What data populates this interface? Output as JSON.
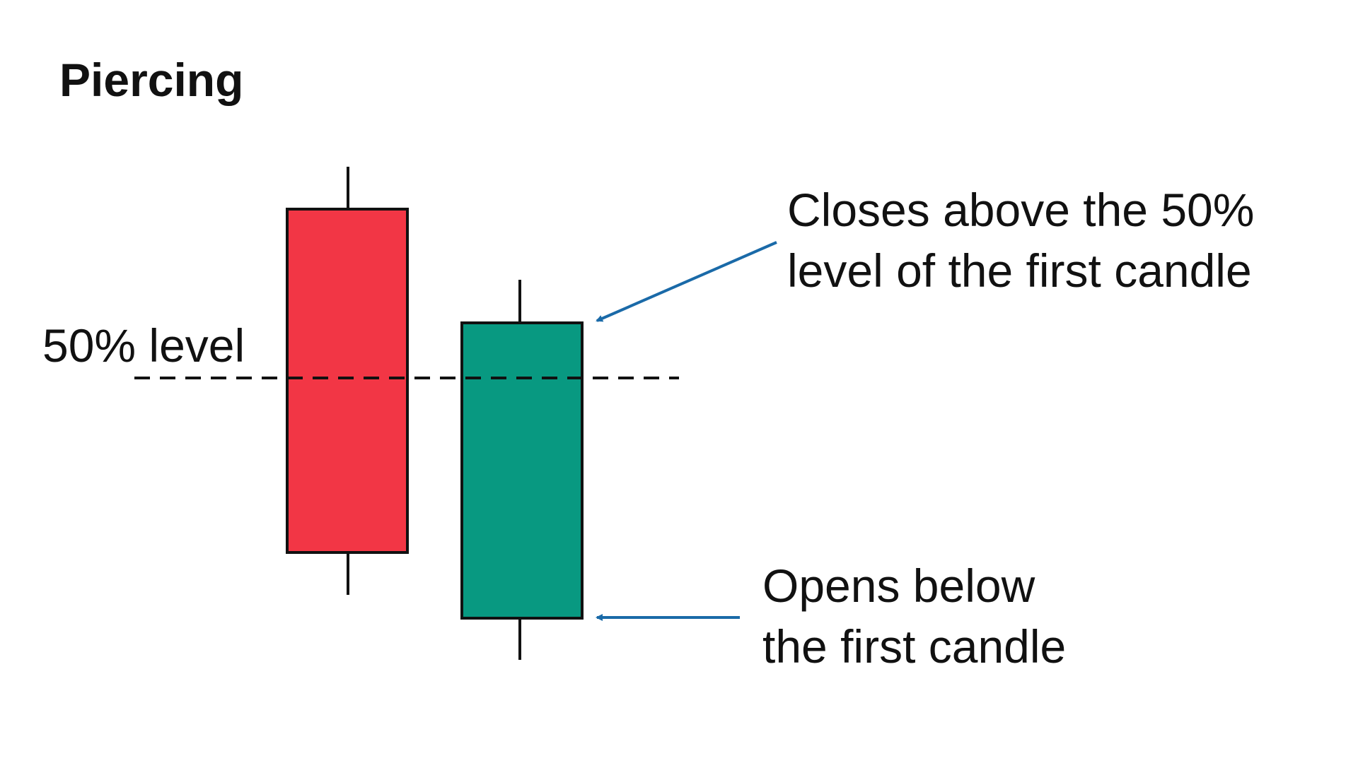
{
  "title": "Piercing",
  "level_label": "50% level",
  "annotation_close": {
    "line1": "Closes above the 50%",
    "line2": "level of the first candle"
  },
  "annotation_open": {
    "line1": "Opens below",
    "line2": "the first candle"
  },
  "colors": {
    "bearish": "#f23645",
    "bullish": "#089981",
    "outline": "#111111",
    "arrow": "#1a6aa8",
    "text": "#111111"
  }
}
